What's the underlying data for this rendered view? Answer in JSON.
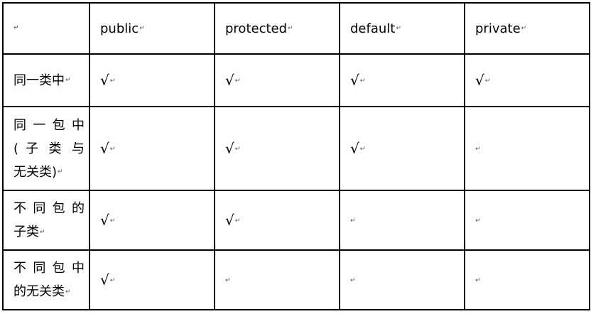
{
  "para_symbol": "↵",
  "header": {
    "columns": [
      "",
      "public",
      "protected",
      "default",
      "private"
    ]
  },
  "rows": [
    {
      "label_lines": [
        "同一类中"
      ],
      "cells": [
        "√",
        "√",
        "√",
        "√"
      ]
    },
    {
      "label_lines": [
        "同一包中",
        "( 子 类 与",
        "无关类)"
      ],
      "cells": [
        "√",
        "√",
        "√",
        ""
      ]
    },
    {
      "label_lines": [
        "不同包的",
        "子类"
      ],
      "cells": [
        "√",
        "√",
        "",
        ""
      ]
    },
    {
      "label_lines": [
        "不同包中",
        "的无关类"
      ],
      "cells": [
        "√",
        "",
        "",
        ""
      ]
    }
  ]
}
